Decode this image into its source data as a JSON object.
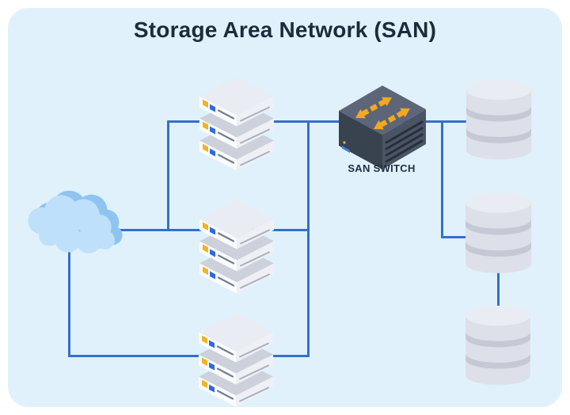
{
  "title": "Storage Area Network (SAN)",
  "san_switch_label": "SAN SWITCH",
  "nodes": [
    {
      "id": "cloud",
      "icon": "cloud-icon",
      "label": ""
    },
    {
      "id": "server-1",
      "icon": "server-icon",
      "label": ""
    },
    {
      "id": "server-2",
      "icon": "server-icon",
      "label": ""
    },
    {
      "id": "server-3",
      "icon": "server-icon",
      "label": ""
    },
    {
      "id": "san-switch",
      "icon": "san-switch-icon",
      "label": "SAN SWITCH"
    },
    {
      "id": "storage-1",
      "icon": "storage-disk-icon",
      "label": ""
    },
    {
      "id": "storage-2",
      "icon": "storage-disk-icon",
      "label": ""
    },
    {
      "id": "storage-3",
      "icon": "storage-disk-icon",
      "label": ""
    }
  ],
  "connections": [
    {
      "from": "cloud",
      "to": "server-1"
    },
    {
      "from": "cloud",
      "to": "server-2"
    },
    {
      "from": "cloud",
      "to": "server-3"
    },
    {
      "from": "server-1",
      "to": "san-switch"
    },
    {
      "from": "server-2",
      "to": "san-switch"
    },
    {
      "from": "server-3",
      "to": "san-switch"
    },
    {
      "from": "san-switch",
      "to": "storage-1"
    },
    {
      "from": "san-switch",
      "to": "storage-2"
    },
    {
      "from": "storage-2",
      "to": "storage-3"
    }
  ],
  "colors": {
    "canvas_bg": "#ffffff",
    "card_bg": "#e0f1fc",
    "title_text": "#1c2b3c",
    "label_text": "#232f44",
    "link_blue": "#3570c9",
    "arrow_orange": "#f2a81f",
    "cloud_front": "#bfe0fa",
    "cloud_back": "#8fc4f0",
    "switch_top": "#5c6678",
    "switch_front": "#39424f",
    "switch_side": "#4a5464",
    "server_face": "#fbfcfe",
    "server_led_yellow": "#f0b429",
    "server_led_blue": "#2d6ae3",
    "disk_body": "#dde0e9",
    "disk_band": "#c4c9d5"
  }
}
